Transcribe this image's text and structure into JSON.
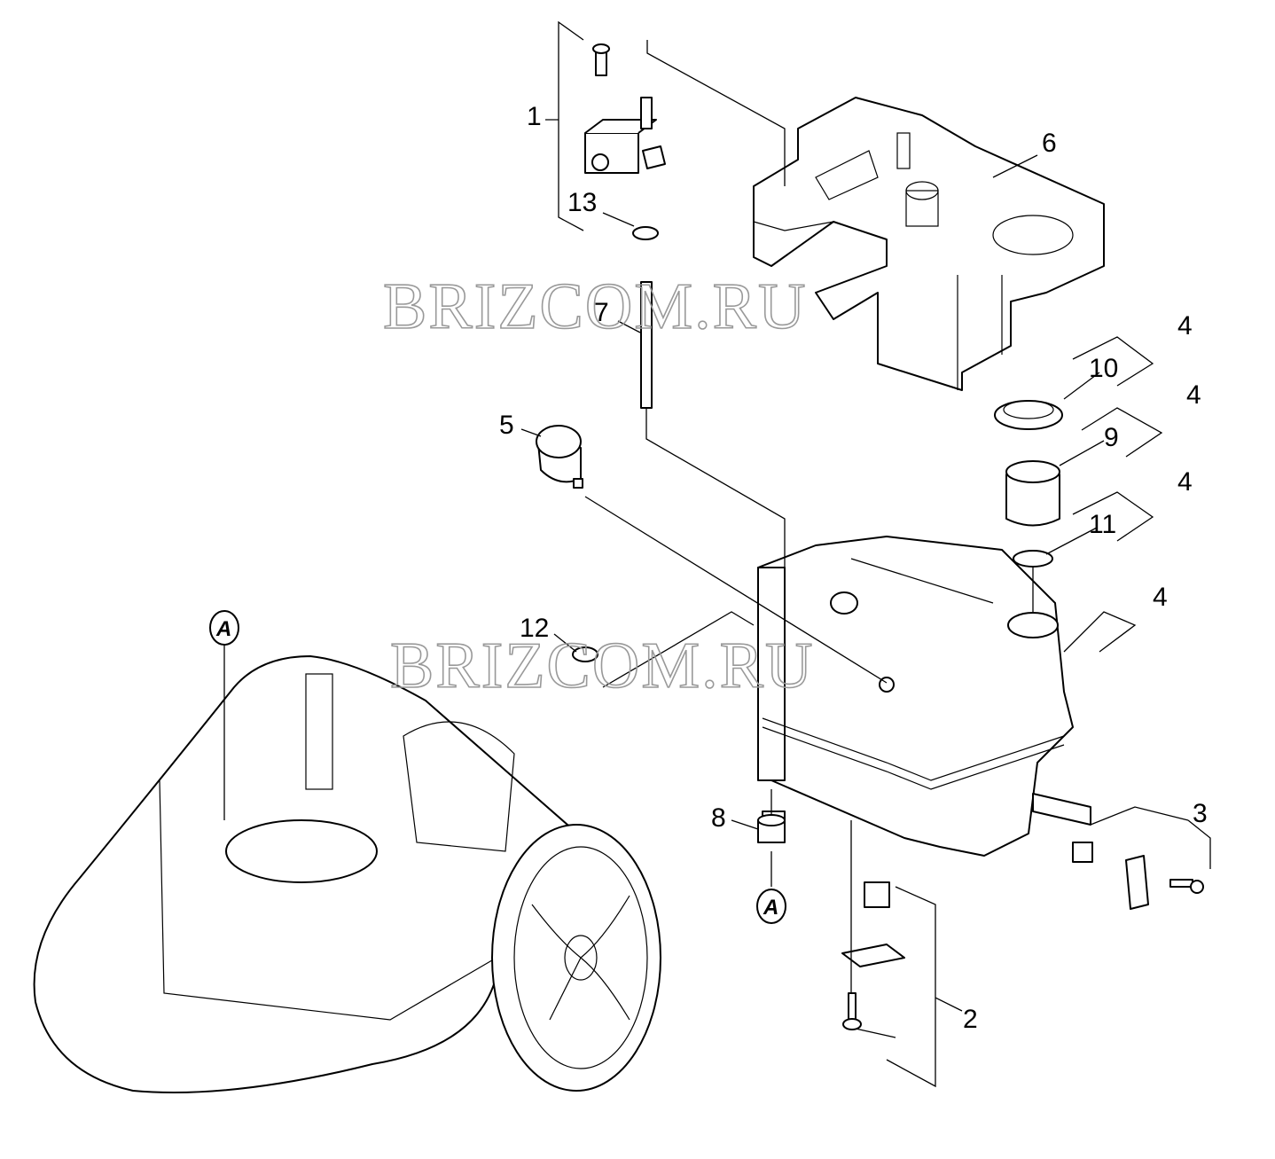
{
  "diagram": {
    "type": "exploded-parts-diagram",
    "watermarks": [
      "BRIZCOM.RU",
      "BRIZCOM.RU"
    ],
    "callouts": {
      "p1": "1",
      "p13": "13",
      "p7": "7",
      "p5": "5",
      "p6": "6",
      "p4a": "4",
      "p4b": "4",
      "p4c": "4",
      "p4d": "4",
      "p10": "10",
      "p9": "9",
      "p11": "11",
      "p12": "12",
      "p8": "8",
      "p3": "3",
      "p2": "2"
    },
    "references": {
      "a1": "A",
      "a2": "A"
    }
  }
}
